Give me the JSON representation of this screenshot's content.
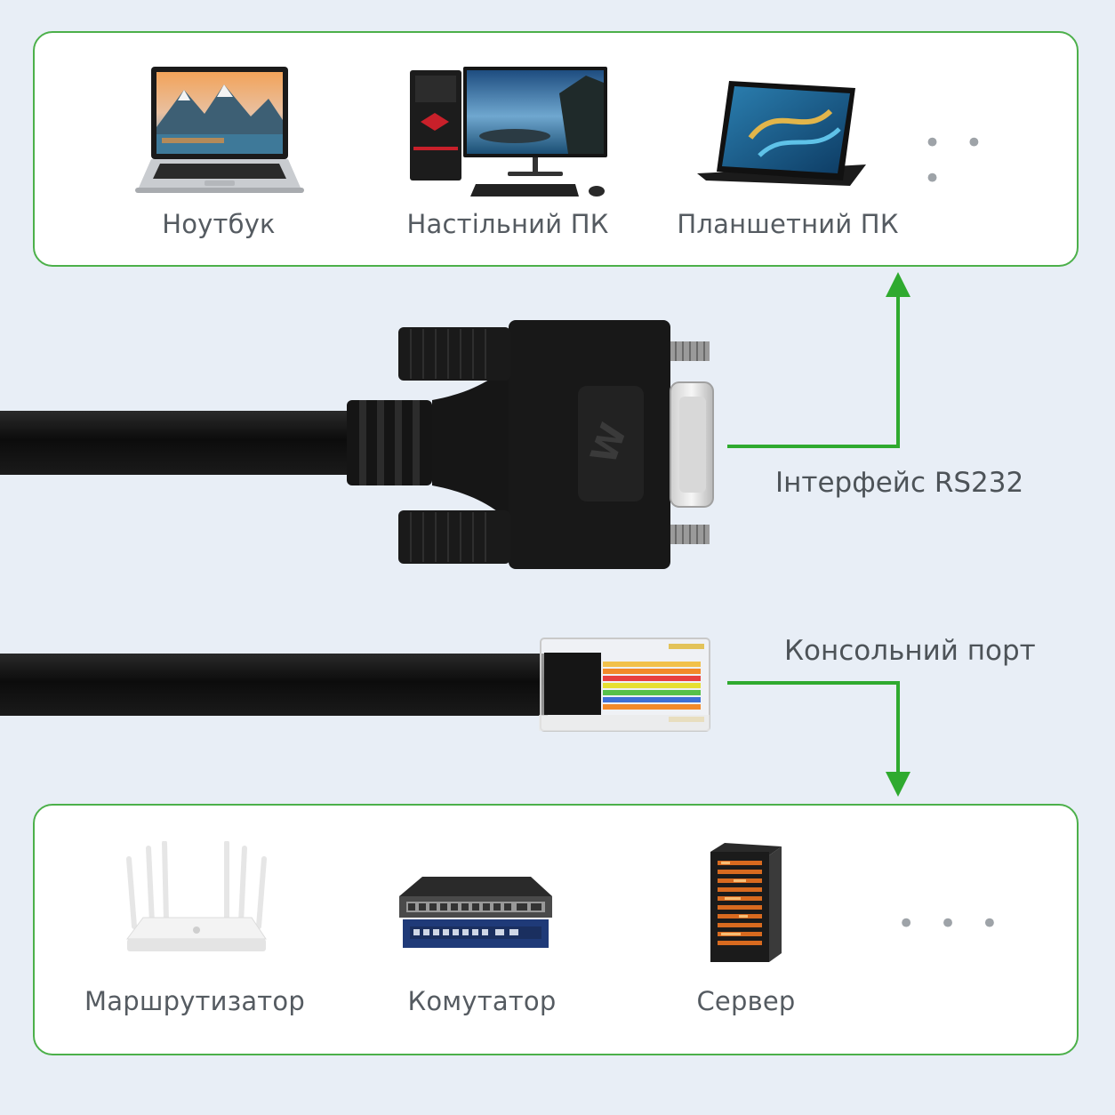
{
  "source_devices": {
    "items": [
      {
        "label": "Ноутбук",
        "icon": "laptop-icon"
      },
      {
        "label": "Настільний ПК",
        "icon": "desktop-pc-icon"
      },
      {
        "label": "Планшетний ПК",
        "icon": "tablet-icon"
      }
    ],
    "more": "• • •"
  },
  "interfaces": {
    "rs232_label": "Інтерфейс RS232",
    "console_label": "Консольний порт"
  },
  "target_devices": {
    "items": [
      {
        "label": "Маршрутизатор",
        "icon": "router-icon"
      },
      {
        "label": "Комутатор",
        "icon": "switch-icon"
      },
      {
        "label": "Сервер",
        "icon": "server-icon"
      }
    ],
    "more": "• • •"
  },
  "colors": {
    "accent": "#2faa2f",
    "panel_border": "#4cb04a",
    "background": "#e8eef6",
    "cable": "#111111"
  }
}
